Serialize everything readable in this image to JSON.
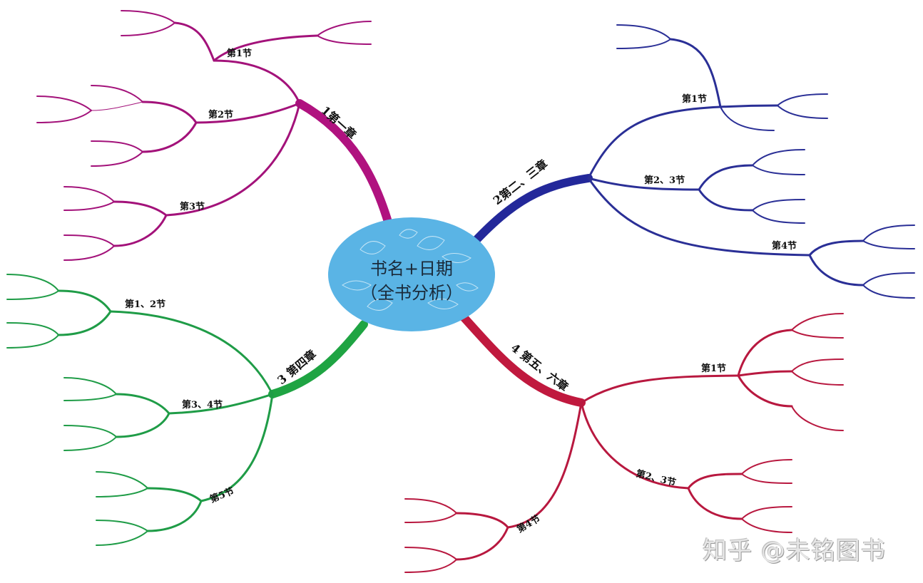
{
  "center": {
    "title": "书名+日期",
    "subtitle": "（全书分析）",
    "color": "#5ab4e5"
  },
  "branches": [
    {
      "label": "1第一章",
      "color": "#b0127f",
      "sections": [
        "第1节",
        "第2节",
        "第3节"
      ]
    },
    {
      "label": "2第二、三章",
      "color": "#23289a",
      "sections": [
        "第1节",
        "第2、3节",
        "第4节"
      ]
    },
    {
      "label": "3 第四章",
      "color": "#1fa443",
      "sections": [
        "第1、2节",
        "第3、4节",
        "第5节"
      ]
    },
    {
      "label": "4 第五、六章",
      "color": "#c0193e",
      "sections": [
        "第1节",
        "第2、3节",
        "第4节"
      ]
    }
  ],
  "watermark": "知乎 @未铭图书"
}
